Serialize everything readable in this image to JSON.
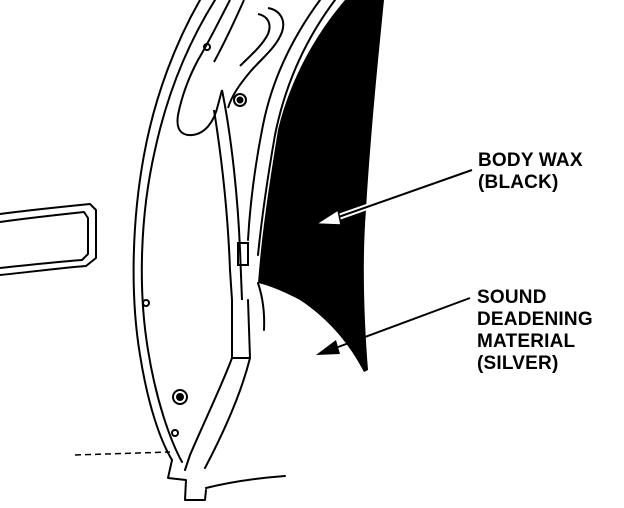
{
  "labels": {
    "body_wax": [
      "BODY WAX",
      "(BLACK)"
    ],
    "sound_deadening": [
      "SOUND",
      "DEADENING",
      "MATERIAL",
      "(SILVER)"
    ]
  },
  "colors": {
    "ink": "#000000",
    "paper": "#ffffff"
  }
}
